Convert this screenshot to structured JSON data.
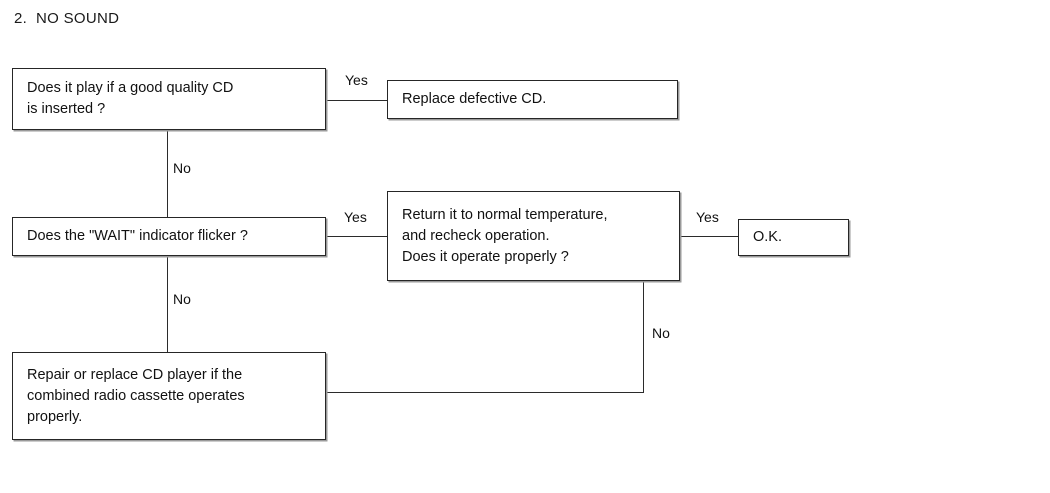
{
  "page": {
    "title": "2.  NO SOUND",
    "background_color": "#ffffff",
    "line_color": "#2b2b2b",
    "text_color": "#111111"
  },
  "chart_data": {
    "type": "diagram",
    "title": "2.  NO SOUND",
    "subtype": "troubleshooting-flowchart",
    "nodes": [
      {
        "id": "q1",
        "label": "Does it play if a good quality CD\nis inserted ?",
        "kind": "decision"
      },
      {
        "id": "a1",
        "label": "Replace defective CD.",
        "kind": "action"
      },
      {
        "id": "q2",
        "label": "Does the \"WAIT\" indicator flicker ?",
        "kind": "decision"
      },
      {
        "id": "q3",
        "label": "Return it to normal temperature,\nand recheck operation.\nDoes it operate properly ?",
        "kind": "decision"
      },
      {
        "id": "a2",
        "label": "O.K.",
        "kind": "terminal"
      },
      {
        "id": "a3",
        "label": "Repair or replace CD player if the\ncombined radio cassette operates\nproperly.",
        "kind": "action"
      }
    ],
    "edges": [
      {
        "from": "q1",
        "to": "a1",
        "label": "Yes"
      },
      {
        "from": "q1",
        "to": "q2",
        "label": "No"
      },
      {
        "from": "q2",
        "to": "q3",
        "label": "Yes"
      },
      {
        "from": "q2",
        "to": "a3",
        "label": "No"
      },
      {
        "from": "q3",
        "to": "a2",
        "label": "Yes"
      },
      {
        "from": "q3",
        "to": "a3",
        "label": "No"
      }
    ]
  },
  "labels": {
    "yes_q1": "Yes",
    "no_q1": "No",
    "yes_q2": "Yes",
    "no_q2": "No",
    "yes_q3": "Yes",
    "no_q3": "No"
  }
}
